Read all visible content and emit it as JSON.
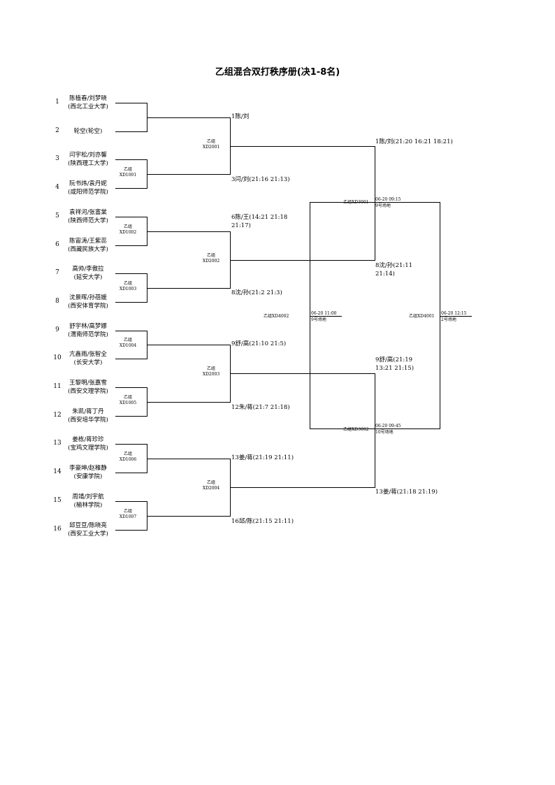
{
  "title": "乙组混合双打秩序册(决1-8名)",
  "entries": [
    {
      "seed": "1",
      "line1": "陈植春/刘梦晓",
      "line2": "(西北工业大学)"
    },
    {
      "seed": "2",
      "line1": "轮空(轮空)",
      "line2": ""
    },
    {
      "seed": "3",
      "line1": "闫宇松/刘亦馨",
      "line2": "(陕西理工大学)"
    },
    {
      "seed": "4",
      "line1": "阮书炜/袁丹妮",
      "line2": "(咸阳师范学院)"
    },
    {
      "seed": "5",
      "line1": "袁祥河/张富棠",
      "line2": "(陕西师范大学)"
    },
    {
      "seed": "6",
      "line1": "陈宙涛/王紫蕊",
      "line2": "(西藏民族大学)"
    },
    {
      "seed": "7",
      "line1": "高帅/李傲拉",
      "line2": "(延安大学)"
    },
    {
      "seed": "8",
      "line1": "沈景晖/孙蓓媛",
      "line2": "(西安体育学院)"
    },
    {
      "seed": "9",
      "line1": "舒宇林/高梦娜",
      "line2": "(渭南师范学院)"
    },
    {
      "seed": "10",
      "line1": "亢鑫雨/张智全",
      "line2": "(长安大学)"
    },
    {
      "seed": "11",
      "line1": "王黎明/张嘉雪",
      "line2": "(西安文理学院)"
    },
    {
      "seed": "12",
      "line1": "朱凯/蒋丁丹",
      "line2": "(西安培华学院)"
    },
    {
      "seed": "13",
      "line1": "姜栋/蒋珍珍",
      "line2": "(宝鸡文理学院)"
    },
    {
      "seed": "14",
      "line1": "李豪坤/赵稚静",
      "line2": "(安康学院)"
    },
    {
      "seed": "15",
      "line1": "周靖/刘宇航",
      "line2": "(榆林学院)"
    },
    {
      "seed": "16",
      "line1": "邱豆豆/陈晓亮",
      "line2": "(西安工业大学)"
    }
  ],
  "round1": [
    {
      "group": "乙组",
      "code": "XD1001"
    },
    {
      "group": "乙组",
      "code": "XD1002"
    },
    {
      "group": "乙组",
      "code": "XD1003"
    },
    {
      "group": "乙组",
      "code": "XD1004"
    },
    {
      "group": "乙组",
      "code": "XD1005"
    },
    {
      "group": "乙组",
      "code": "XD1006"
    },
    {
      "group": "乙组",
      "code": "XD1007"
    }
  ],
  "round1_results": [
    "1陈/刘",
    "3闫/刘(21:16 21:13)",
    "6陈/王(14:21 21:18 21:17)",
    "8沈/孙(21:2 21:3)",
    "9舒/高(21:10 21:5)",
    "12朱/蒋(21:7 21:18)",
    "13姜/蒋(21:19 21:11)",
    "16邱/陈(21:15 21:11)"
  ],
  "round2": [
    {
      "group": "乙组",
      "code": "XD2001"
    },
    {
      "group": "乙组",
      "code": "XD2002"
    },
    {
      "group": "乙组",
      "code": "XD2003"
    },
    {
      "group": "乙组",
      "code": "XD2004"
    }
  ],
  "round2_results": [
    "1陈/刘(21:20 16:21 18:21)",
    "8沈/孙(21:11 21:14)",
    "9舒/高(21:19 13:21 21:15)",
    "13姜/蒋(21:18 21:19)"
  ],
  "round3": [
    {
      "label": "乙组XD3001",
      "time": "06-20 09:15",
      "court": "9号场地"
    },
    {
      "label": "乙组XD3002",
      "time": "06-20 09:45",
      "court": "10号场地"
    }
  ],
  "playoff": {
    "label": "乙组XD4002",
    "time": "06-20 11:00",
    "court": "9号场地"
  },
  "final": {
    "label": "乙组XD4001",
    "time": "06-20 12:15",
    "court": "2号场地"
  }
}
